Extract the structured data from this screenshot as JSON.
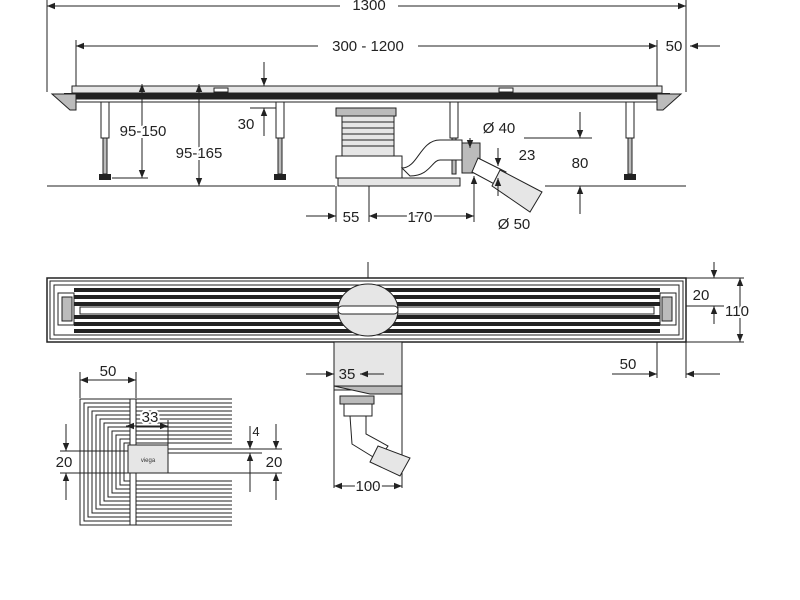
{
  "side_view": {
    "overall_length": "1300",
    "channel_length": "300 - 1200",
    "end_offset": "50",
    "height_range_a": "95-150",
    "height_range_b": "95-165",
    "frame_height": "30",
    "pipe_diameter_outlet": "Ø 40",
    "pipe_diameter_connection": "Ø 50",
    "outlet_angle_offset": "23",
    "outlet_height": "80",
    "outlet_offset_a": "55",
    "outlet_offset_b": "170"
  },
  "top_view": {
    "frame_width": "20",
    "overall_width": "110",
    "end_margin": "50"
  },
  "detail_view": {
    "frame_width": "50",
    "inner_width": "33",
    "gap": "4",
    "height_left": "20",
    "height_right": "20",
    "logo_text": "viega"
  },
  "outlet_view": {
    "offset": "35",
    "width": "100"
  }
}
